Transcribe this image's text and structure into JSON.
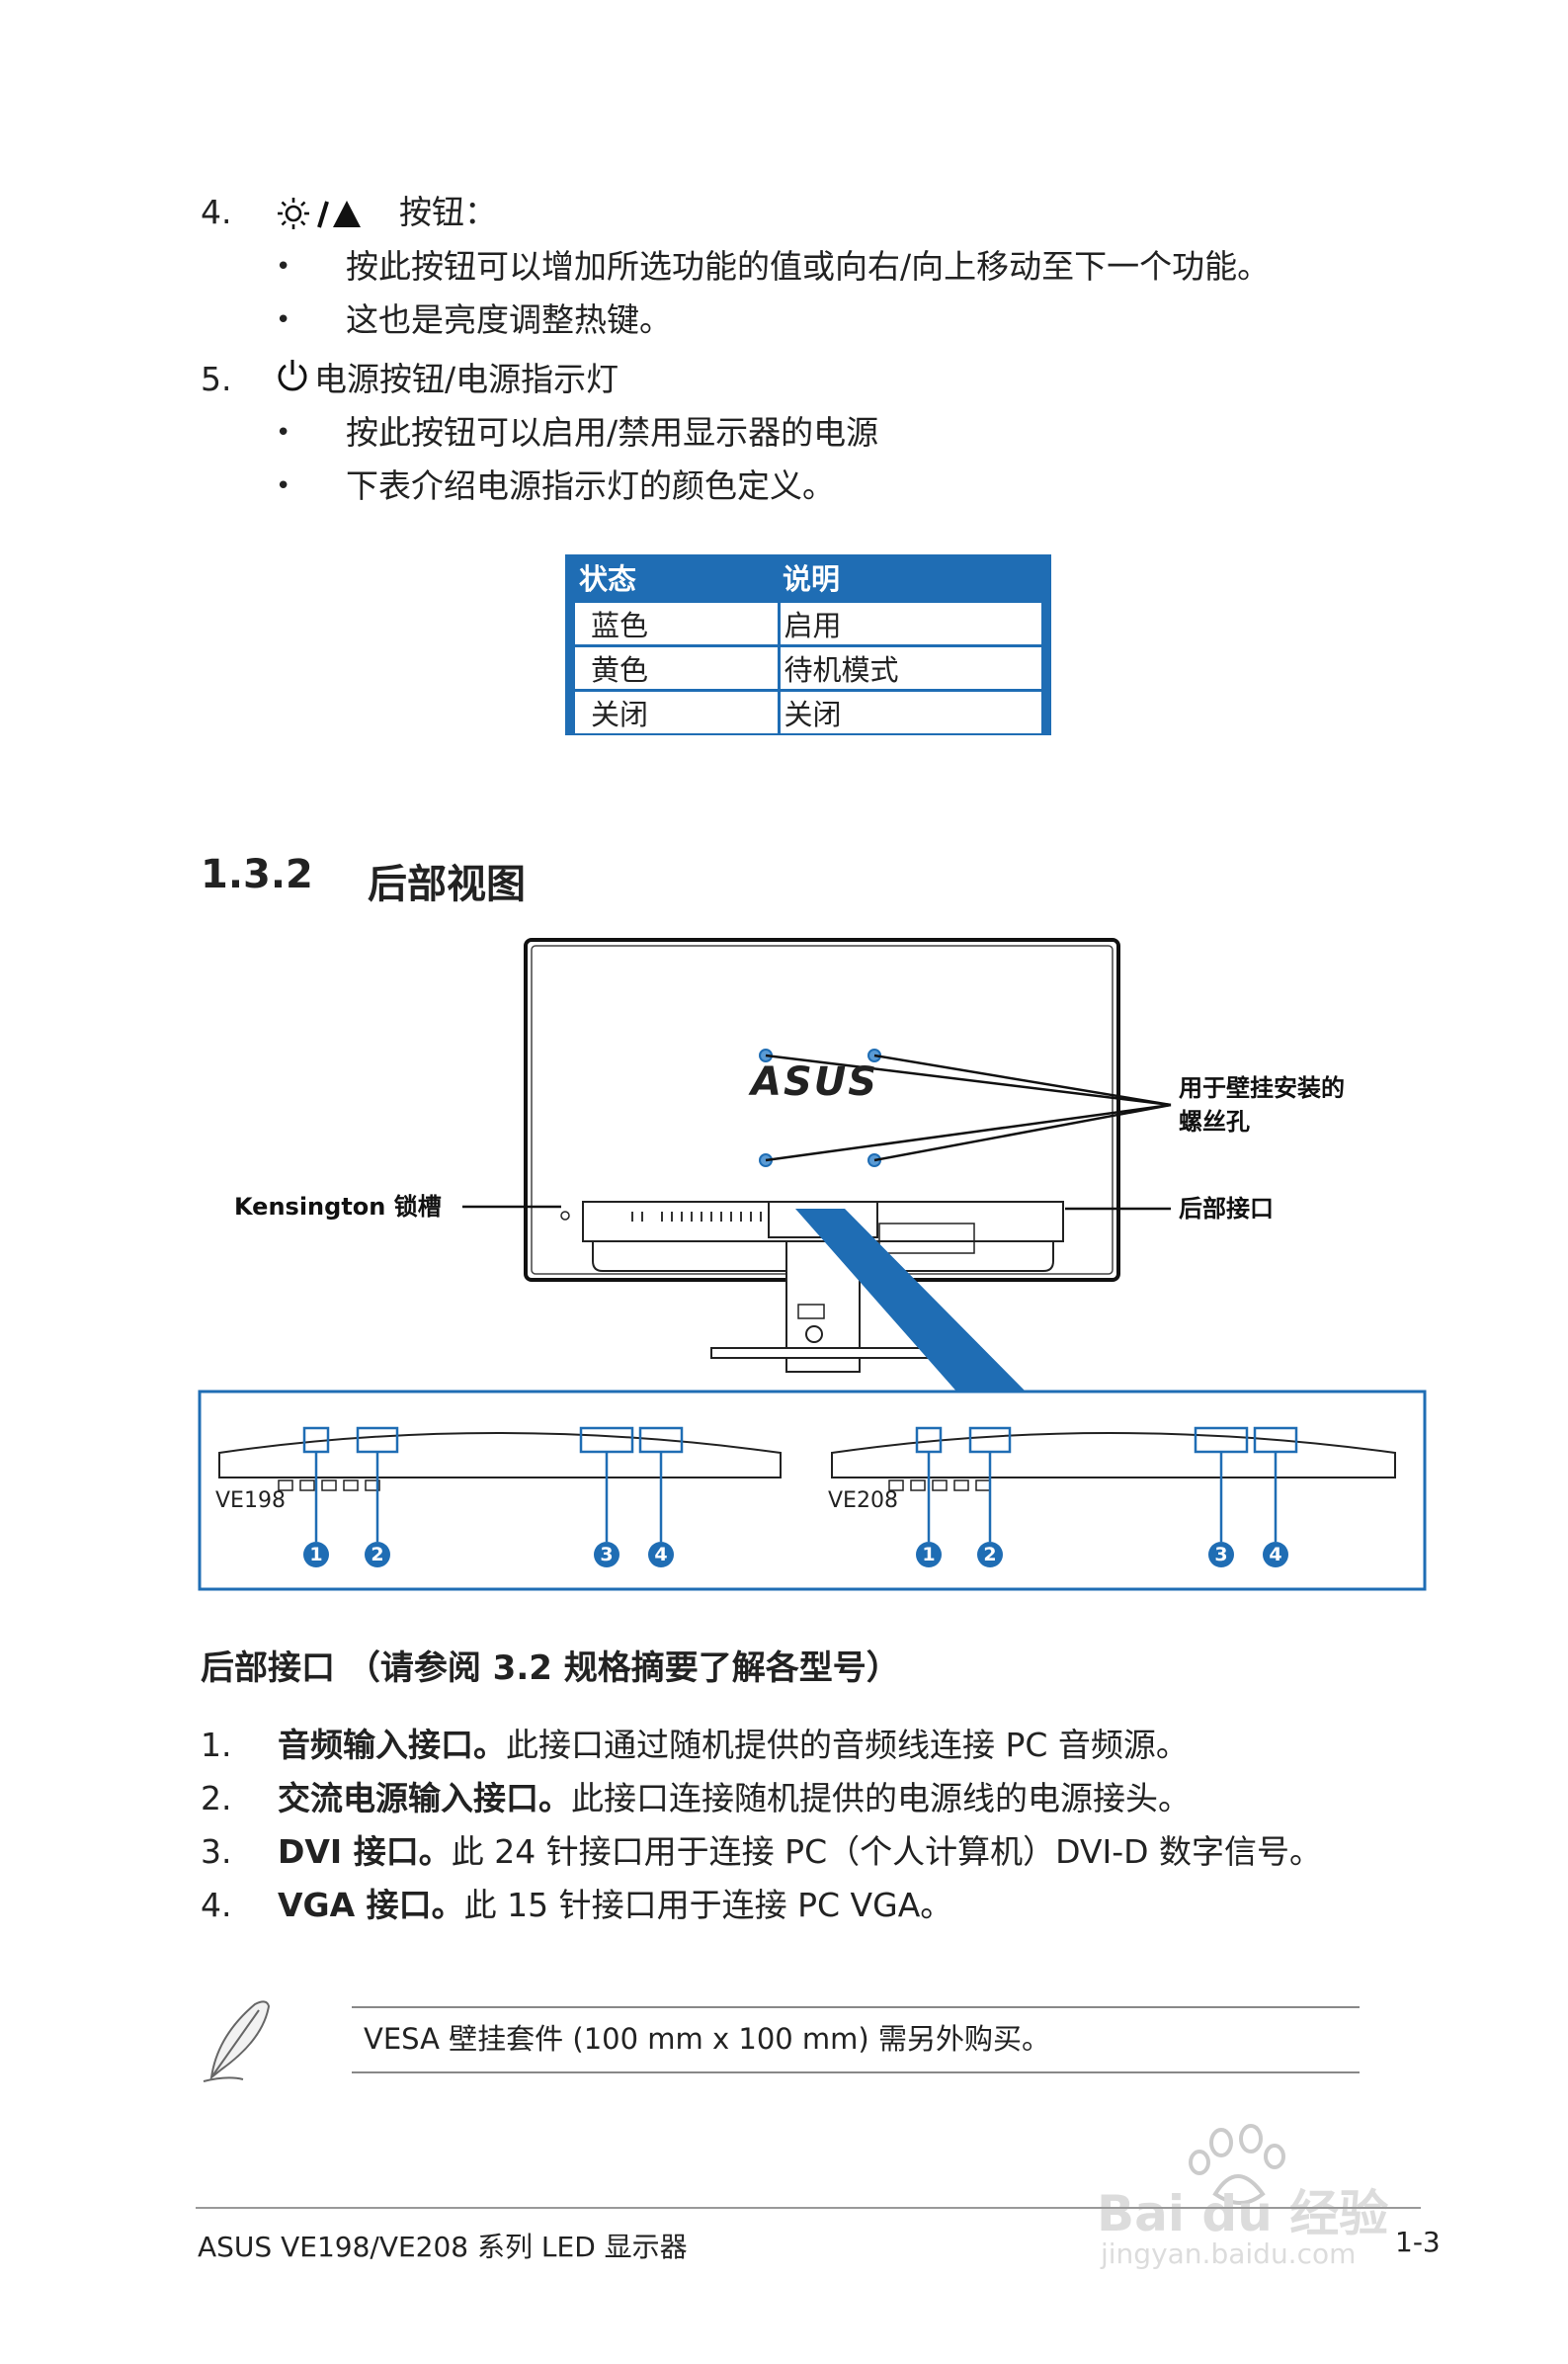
{
  "items_top": [
    {
      "num": "4.",
      "label": "按钮：",
      "bullets": [
        "按此按钮可以增加所选功能的值或向右/向上移动至下一个功能。",
        "这也是亮度调整热键。"
      ]
    },
    {
      "num": "5.",
      "label": "电源按钮/电源指示灯",
      "bullets": [
        "按此按钮可以启用/禁用显示器的电源",
        "下表介绍电源指示灯的颜色定义。"
      ]
    }
  ],
  "power_table": {
    "headers": [
      "状态",
      "说明"
    ],
    "rows": [
      [
        "蓝色",
        "启用"
      ],
      [
        "黄色",
        "待机模式"
      ],
      [
        "关闭",
        "关闭"
      ]
    ]
  },
  "section": {
    "number": "1.3.2",
    "title": "后部视图"
  },
  "diagram": {
    "brand": "ASUS",
    "callouts": {
      "screw_holes_line1": "用于壁挂安装的",
      "screw_holes_line2": "螺丝孔",
      "kensington": "Kensington 锁槽",
      "rear_ports": "后部接口"
    },
    "models": [
      "VE198",
      "VE208"
    ],
    "port_numbers": [
      "1",
      "2",
      "3",
      "4"
    ]
  },
  "ports_heading": "后部接口 （请参阅 3.2 规格摘要了解各型号）",
  "ports": [
    {
      "num": "1.",
      "name": "音频输入接口。",
      "desc": "此接口通过随机提供的音频线连接 PC 音频源。"
    },
    {
      "num": "2.",
      "name": "交流电源输入接口。",
      "desc": "此接口连接随机提供的电源线的电源接头。"
    },
    {
      "num": "3.",
      "name": "DVI 接口。",
      "desc": "此 24 针接口用于连接 PC（个人计算机）DVI-D 数字信号。"
    },
    {
      "num": "4.",
      "name": "VGA 接口。",
      "desc": "此 15 针接口用于连接 PC VGA。"
    }
  ],
  "note": "VESA 壁挂套件 (100 mm x 100 mm) 需另外购买。",
  "footer": {
    "left": "ASUS VE198/VE208 系列 LED 显示器",
    "page": "1-3"
  },
  "watermark": {
    "logo": "Bai du 经验",
    "url": "jingyan.baidu.com"
  },
  "colors": {
    "accent": "#1f6db4"
  }
}
